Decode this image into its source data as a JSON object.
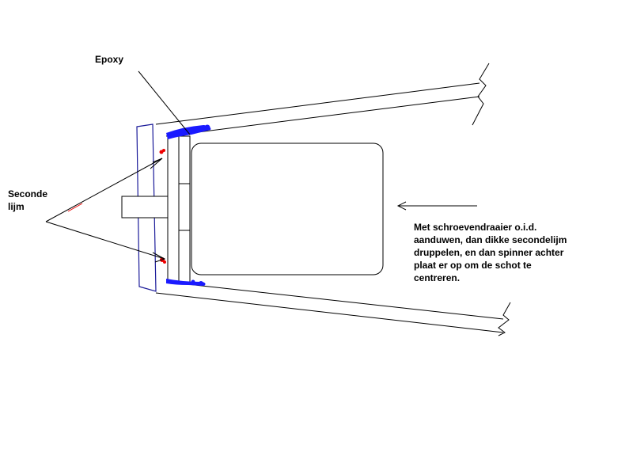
{
  "labels": {
    "epoxy": "Epoxy",
    "seconde_line1": "Seconde",
    "seconde_line2": "lijm",
    "note_line1": "Met schroevendraaier o.i.d.",
    "note_line2": "aanduwen, dan dikke secondelijm",
    "note_line3": "druppelen, en dan spinner achter",
    "note_line4": "plaat er op om de schot te",
    "note_line5": "centreren."
  },
  "colors": {
    "stroke": "#000000",
    "epoxy": "#1a1aff",
    "glue": "#ee0000",
    "spinner_plate": "#1a1a99"
  }
}
